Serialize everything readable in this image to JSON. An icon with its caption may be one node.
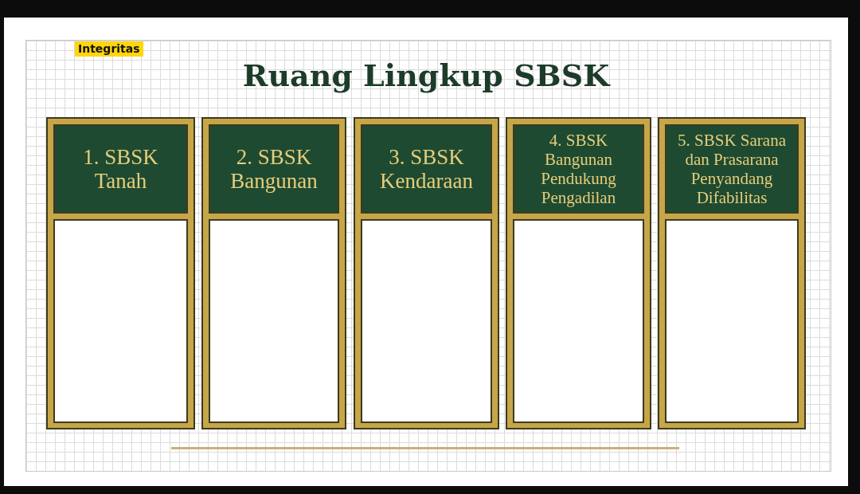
{
  "diagram": {
    "title": "Ruang Lingkup SBSK",
    "nodes": [
      {
        "text": [
          "1. SBSK Tanah"
        ]
      },
      {
        "text": [],
        "shape": "box",
        "in": 0
      },
      {
        "text": [
          "2. SBSK Bangunan"
        ]
      },
      {
        "text": [],
        "shape": "box",
        "in": 2
      },
      {
        "text": [
          "3. SBSK Kendaraan"
        ]
      },
      {
        "text": [],
        "shape": "box",
        "in": 4
      },
      {
        "text": [
          "4. SBSK Bangunan Pendukung Pengadilan"
        ]
      },
      {
        "text": [],
        "shape": "box",
        "in": 6
      },
      {
        "text": [
          "5. SBSK Sarana dan Prasarana Penyandang Difabilitas"
        ]
      },
      {
        "text": [],
        "shape": "box",
        "in": 8
      }
    ],
    "edges": [],
    "labels": [
      "Integritas"
    ]
  }
}
